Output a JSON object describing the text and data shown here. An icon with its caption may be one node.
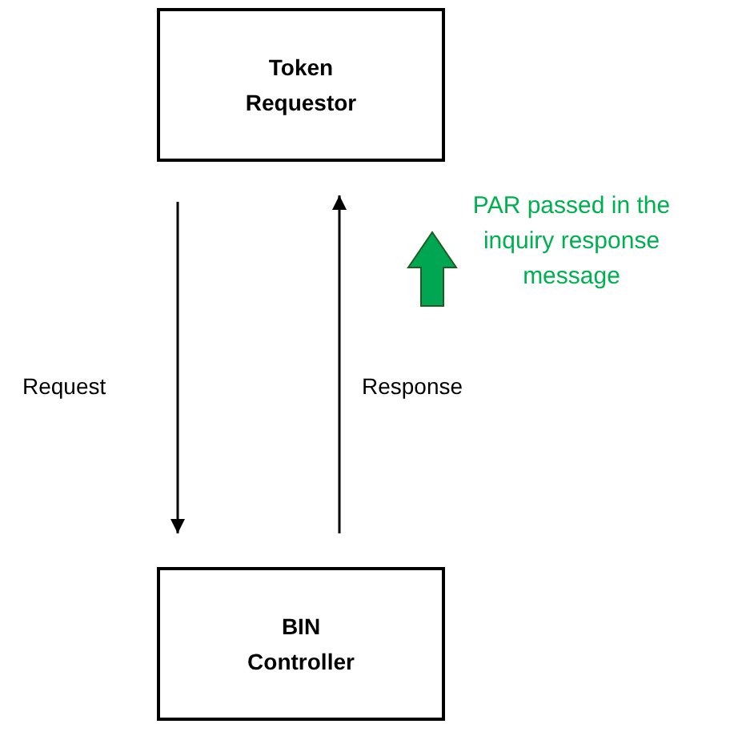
{
  "diagram": {
    "nodes": [
      {
        "text": [
          "Token Requestor"
        ]
      },
      {
        "text": [
          "BIN Controller"
        ]
      }
    ],
    "edges": [
      {
        "from": 0,
        "to": 1,
        "arrow": "to",
        "label": "Request"
      },
      {
        "from": 1,
        "to": 0,
        "arrow": "to",
        "label": "Response"
      }
    ],
    "labels": [
      "PAR passed in the inquiry response message"
    ]
  }
}
